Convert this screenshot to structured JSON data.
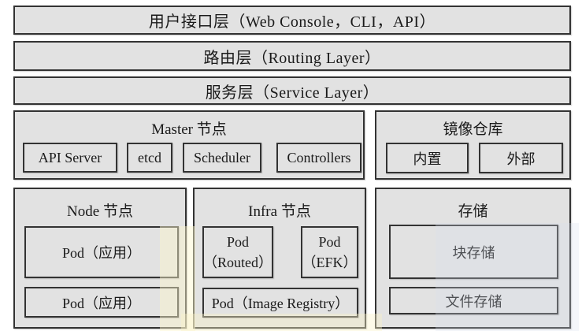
{
  "colors": {
    "box_fill": "#e2e2e2",
    "box_border": "#333333",
    "text": "#1a1a1a",
    "background": "#ffffff"
  },
  "layers": {
    "user_interface": "用户接口层（Web Console，CLI，API）",
    "routing": "路由层（Routing Layer）",
    "service": "服务层（Service Layer）"
  },
  "master": {
    "title": "Master 节点",
    "components": [
      "API Server",
      "etcd",
      "Scheduler",
      "Controllers"
    ]
  },
  "registry": {
    "title": "镜像仓库",
    "components": [
      "内置",
      "外部"
    ]
  },
  "node": {
    "title": "Node 节点",
    "pods": [
      "Pod（应用）",
      "Pod（应用）"
    ]
  },
  "infra": {
    "title": "Infra 节点",
    "pods_top": [
      {
        "line1": "Pod",
        "line2": "（Routed）"
      },
      {
        "line1": "Pod",
        "line2": "（EFK）"
      }
    ],
    "pod_bottom": "Pod（Image Registry）"
  },
  "storage": {
    "title": "存储",
    "items": [
      "块存储",
      "文件存储"
    ]
  }
}
